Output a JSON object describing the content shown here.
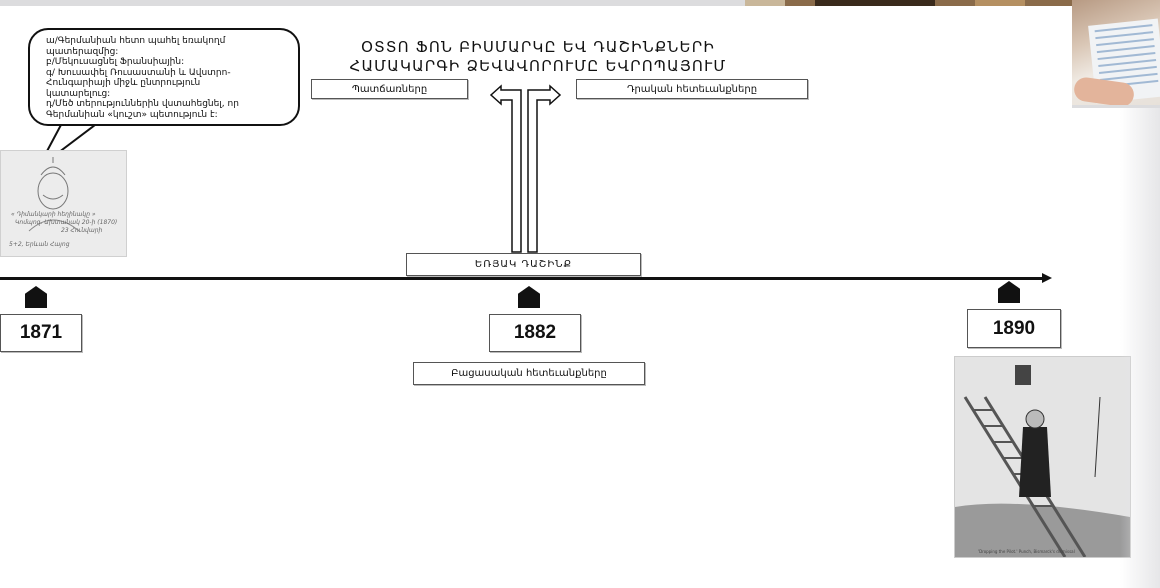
{
  "slide": {
    "title_line1": "ՕՏՏՈ ՖՈՆ ԲԻՍՄԱՐԿԸ ԵՎ ԴԱՇԻՆՔՆԵՐԻ",
    "title_line2": "ՀԱՄԱԿԱՐԳԻ ՁԵՎԱՎՈՐՈՒՄԸ ԵՎՐՈՊԱՅՈՒՄ",
    "causes_label": "Պատճառները",
    "positive_label": "Դրական հետեւանքները",
    "negative_label": "Բացասական հետեւանքները",
    "alliance_label": "ԵՌՅԱԿ ԴԱՇԻՆՔ",
    "years": [
      "1871",
      "1882",
      "1890"
    ],
    "speech_lines": [
      "ա/Գերմանիան hետո պահել եռակողմ",
      "պատերազմից:",
      "բ/Մեկուսացնել Ֆրանսիային:",
      "գ/ Խուսափել Ռուսաստանի և Ավստրո-",
      "Հունգարիայի միջև ընտրություն",
      "կատարելուց:",
      "դ/Մեծ տերություններին վստահեցնել, որ",
      "Գերմանիան «կուշտ» պետություն  է:"
    ],
    "portrait_signature_lines": [
      "« Դիմանկարի հեղինակը »",
      "Կոմպոզ. Ախտանակ 20-ի (1870)",
      "23 Հունվարի",
      "5+2, Երևան Հայոց"
    ],
    "cartoon_caption": "'Dropping the Pilot.' Punch, Bismarck's dismissal"
  },
  "colors": {
    "line": "#111111",
    "box_border": "#555555",
    "background": "#ffffff"
  }
}
